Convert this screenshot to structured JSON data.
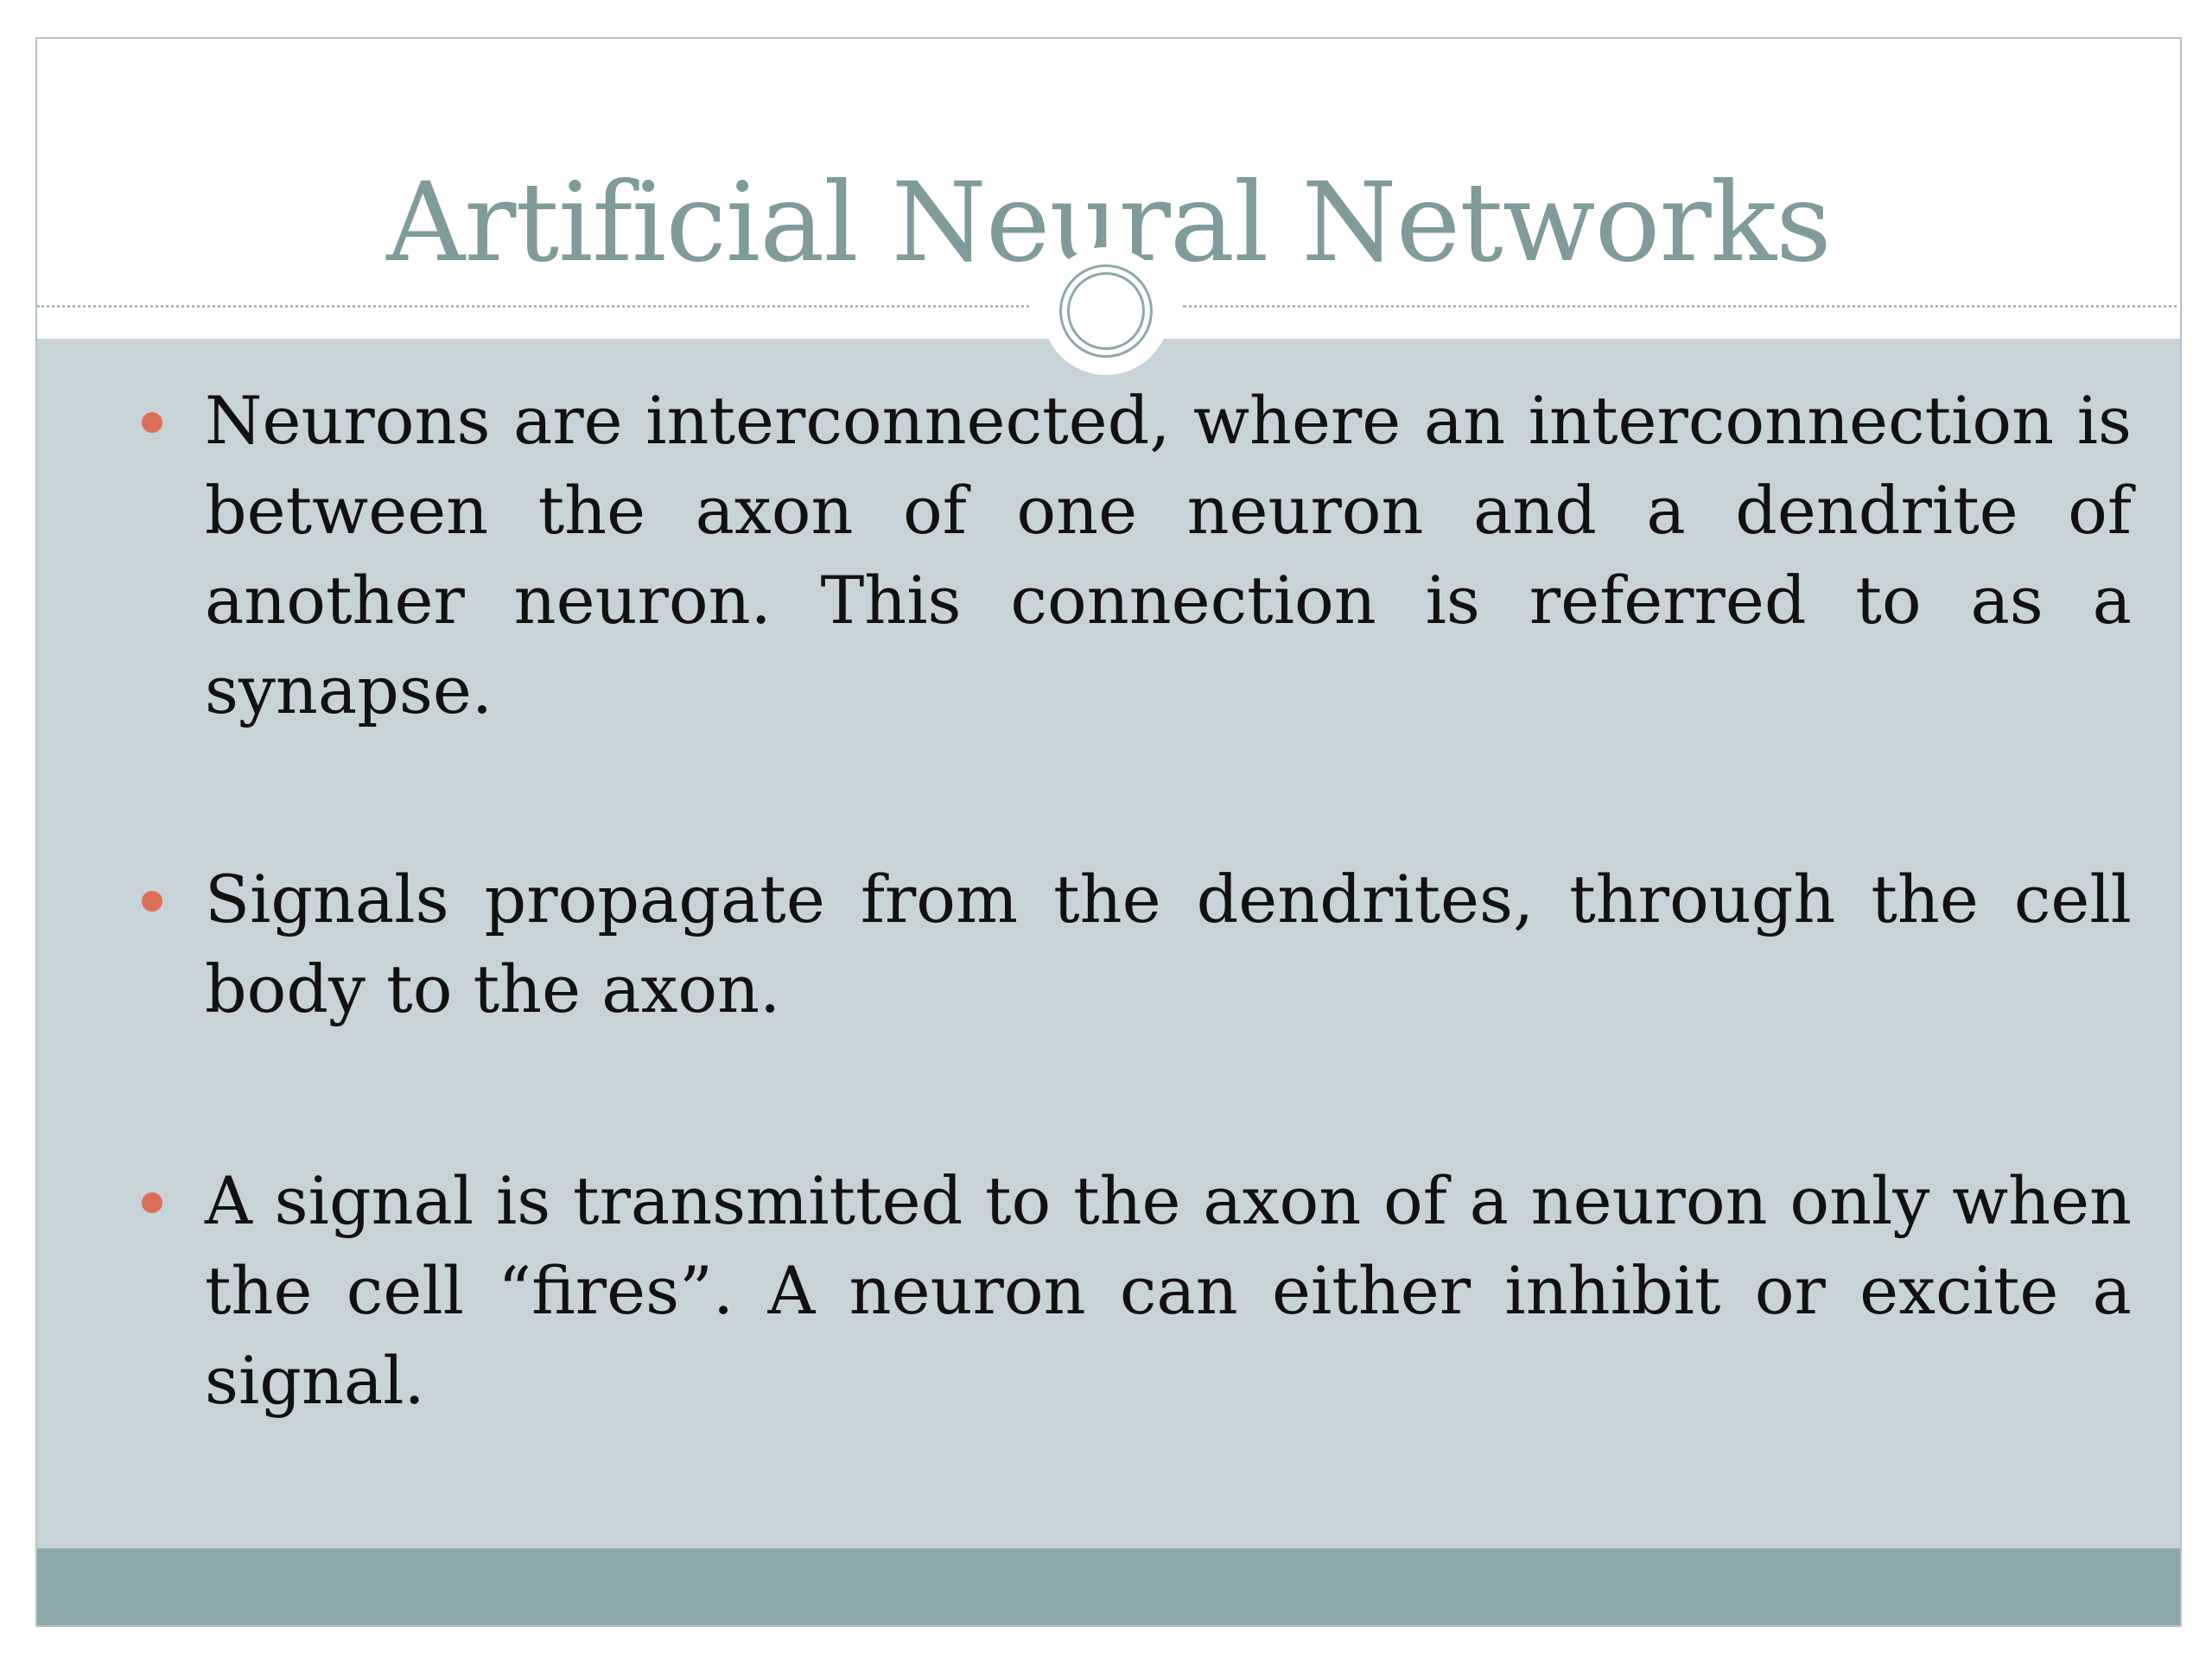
{
  "slide": {
    "title": "Artificial Neural Networks",
    "colors": {
      "title": "#7f9b9a",
      "body_background": "#c8d3d8",
      "footer_band": "#8ea9ab",
      "bullet_marker": "#dd6f58",
      "text": "#111111"
    },
    "bullets": [
      {
        "text": "Neurons are interconnected, where an interconnection is between the axon of one neuron and a dendrite of another neuron. This connection is referred to as a synapse."
      },
      {
        "text": "Signals propagate from the dendrites, through the cell body to the axon."
      },
      {
        "text": "A  signal  is transmitted to the axon of a neuron only when the cell “fires”. A neuron can either inhibit or excite a signal."
      }
    ]
  }
}
